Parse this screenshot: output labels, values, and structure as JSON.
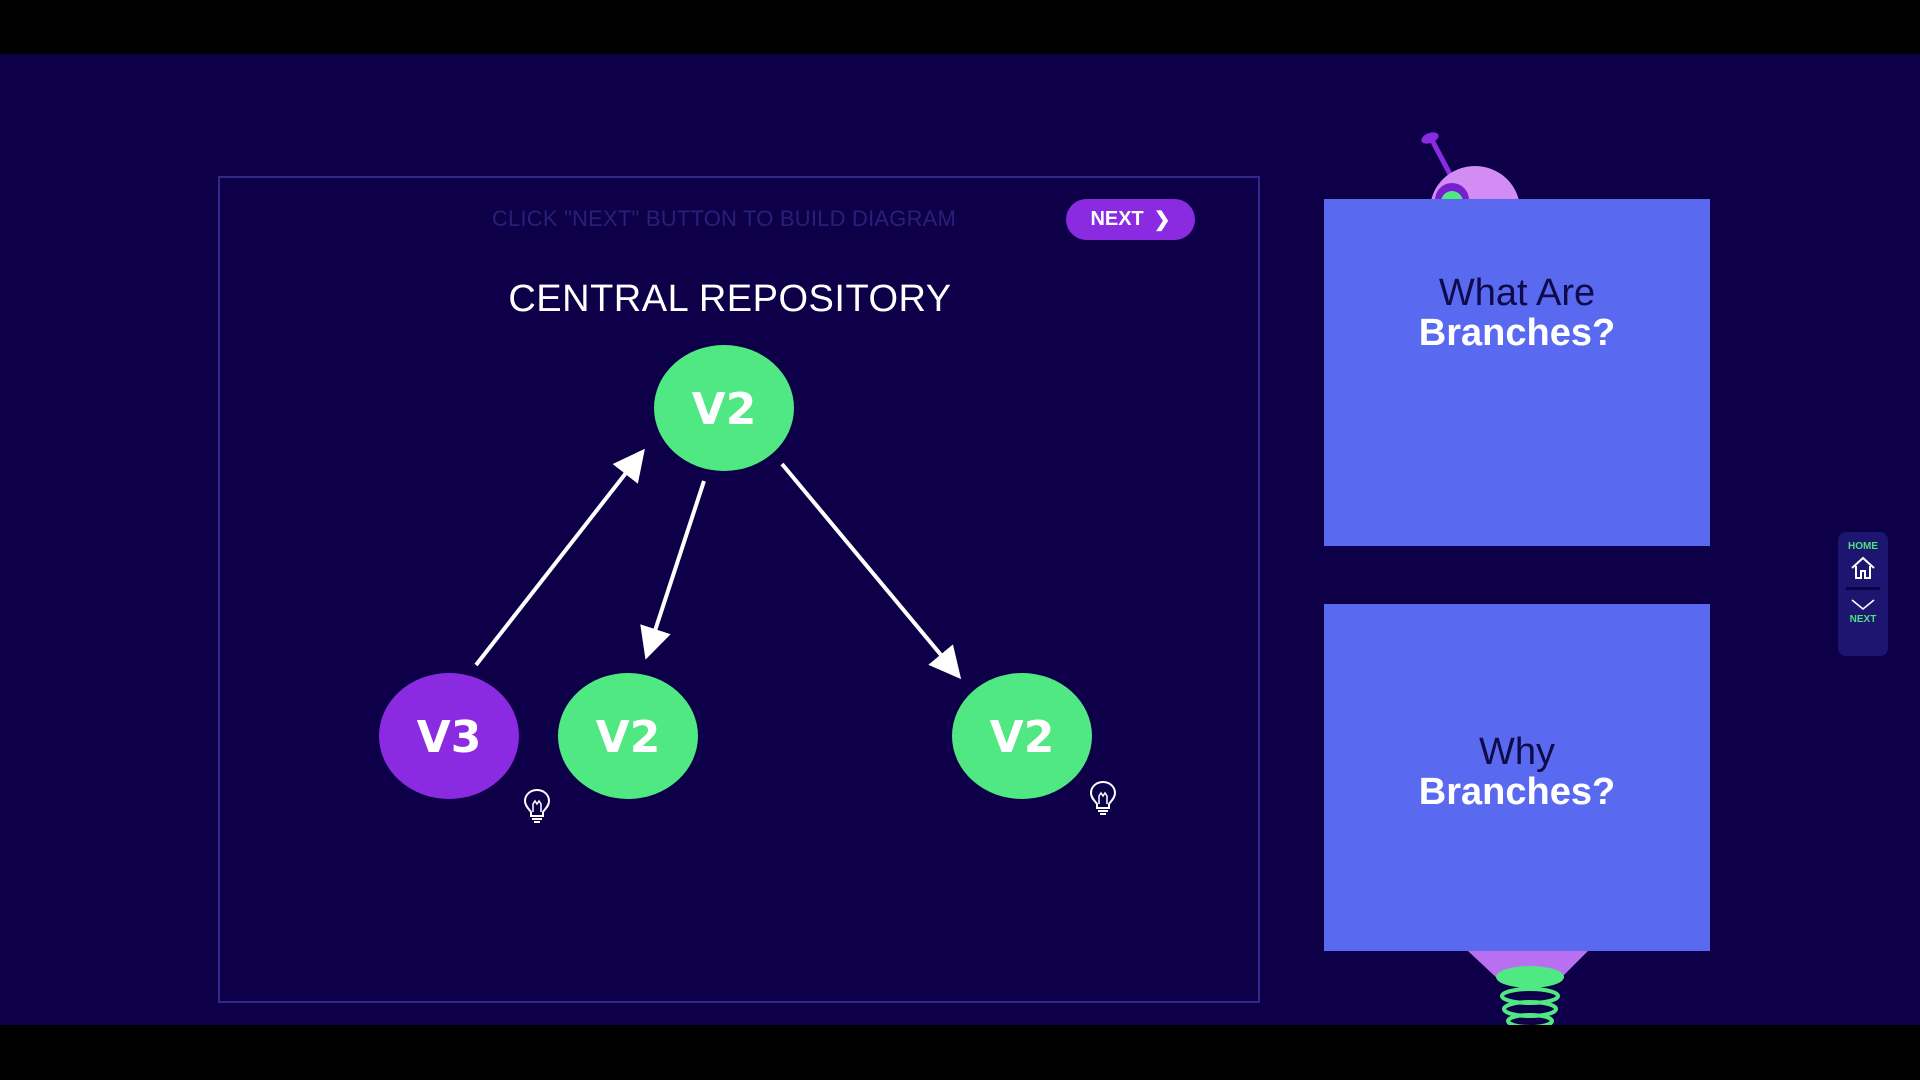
{
  "instruction": "CLICK \"NEXT\" BUTTON TO BUILD DIAGRAM",
  "next_button": {
    "label": "NEXT",
    "icon": "chevron-right-icon"
  },
  "diagram": {
    "title": "CENTRAL REPOSITORY",
    "nodes": [
      {
        "id": "central",
        "label": "V2",
        "color": "#50e882"
      },
      {
        "id": "local-a",
        "label": "V3",
        "color": "#8a2be2"
      },
      {
        "id": "local-b",
        "label": "V2",
        "color": "#50e882"
      },
      {
        "id": "local-c",
        "label": "V2",
        "color": "#50e882"
      }
    ],
    "edges": [
      {
        "from": "local-a",
        "to": "central"
      },
      {
        "from": "central",
        "to": "local-b"
      },
      {
        "from": "central",
        "to": "local-c"
      }
    ],
    "hint_icons": [
      "lightbulb-icon",
      "lightbulb-icon"
    ]
  },
  "cards": [
    {
      "line1": "What Are",
      "line2": "Branches?"
    },
    {
      "line1": "Why",
      "line2": "Branches?"
    }
  ],
  "side_nav": {
    "home_label": "HOME",
    "next_label": "NEXT"
  },
  "colors": {
    "background": "#0d0048",
    "accent_purple": "#8a2be2",
    "accent_green": "#50e882",
    "card_blue": "#5a6af0"
  }
}
